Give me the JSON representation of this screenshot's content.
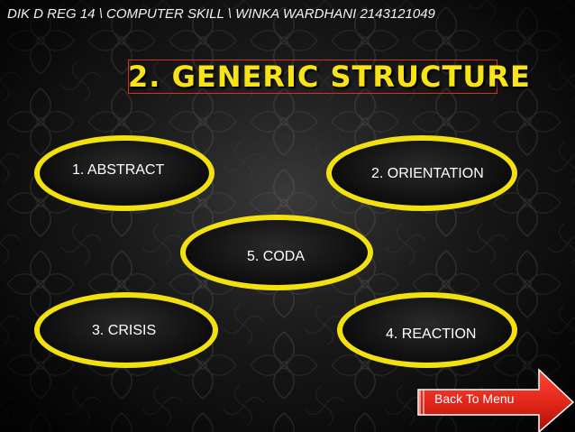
{
  "header": {
    "text": "DIK D REG 14 \\ COMPUTER SKILL \\ WINKA WARDHANI 2143121049"
  },
  "slide": {
    "title": "2. GENERIC STRUCTURE"
  },
  "nodes": {
    "abstract": "1. ABSTRACT",
    "orientation": "2. ORIENTATION",
    "coda": "5. CODA",
    "crisis": "3. CRISIS",
    "reaction": "4. REACTION"
  },
  "navigation": {
    "back_label": "Back To Menu"
  },
  "colors": {
    "accent_yellow": "#f2e10f",
    "title_yellow": "#f7e317",
    "button_red": "#e02418",
    "background": "#0a0a0a"
  },
  "icons": {
    "back_button_shape": "right-arrow-icon"
  }
}
